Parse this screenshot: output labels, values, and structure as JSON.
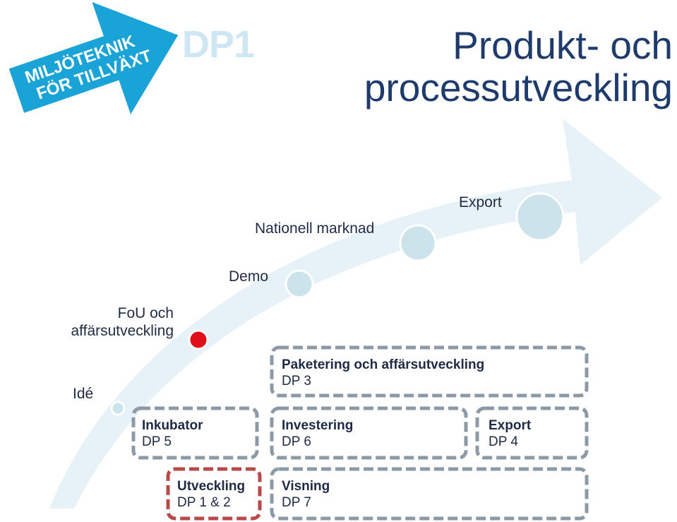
{
  "header": {
    "logo_line1": "MILJÖTEKNIK",
    "logo_line2": "FÖR TILLVÄXT",
    "dp_tag": "DP1",
    "title_line1": "Produkt- och",
    "title_line2": "processutveckling"
  },
  "stages": {
    "ide": "Idé",
    "fou_line1": "FoU och",
    "fou_line2": "affärsutveckling",
    "demo": "Demo",
    "nationell": "Nationell marknad",
    "export": "Export"
  },
  "boxes": {
    "paketering": {
      "title": "Paketering och affärsutveckling",
      "code": "DP 3"
    },
    "inkubator": {
      "title": "Inkubator",
      "code": "DP 5"
    },
    "investering": {
      "title": "Investering",
      "code": "DP 6"
    },
    "export": {
      "title": "Export",
      "code": "DP 4"
    },
    "utveckling": {
      "title": "Utveckling",
      "code": "DP 1 & 2"
    },
    "visning": {
      "title": "Visning",
      "code": "DP 7"
    }
  },
  "colors": {
    "arrow": "#e6f2f7",
    "logo_blue": "#1aa3d6",
    "title_blue": "#1f3b6b",
    "dp_tag": "#cfe6f3",
    "dot_fill": "#cde3ec",
    "dot_active": "#e0101a",
    "dash_gray": "#8c99a6",
    "dash_red": "#b84a4a"
  }
}
